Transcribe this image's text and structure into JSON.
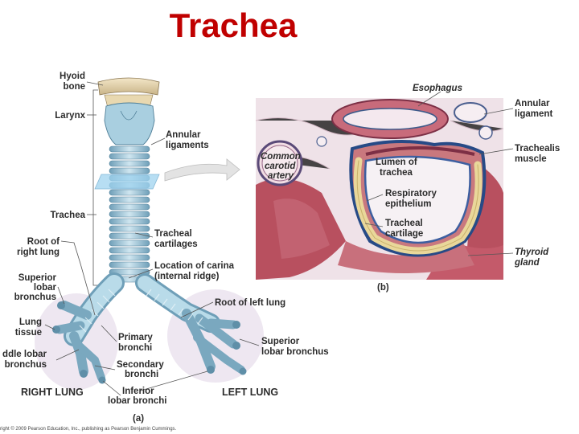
{
  "title": "Trachea",
  "panel_a": {
    "caption": "(a)",
    "labels": {
      "hyoid_bone": [
        "Hyoid",
        "bone"
      ],
      "larynx": "Larynx",
      "annular_ligaments": [
        "Annular",
        "ligaments"
      ],
      "trachea": "Trachea",
      "tracheal_cartilages": [
        "Tracheal",
        "cartilages"
      ],
      "root_right_lung": [
        "Root of",
        "right lung"
      ],
      "location_carina": [
        "Location of carina",
        "(internal ridge)"
      ],
      "superior_lobar_left": [
        "Superior",
        "lobar",
        "bronchus"
      ],
      "root_left_lung": "Root of left lung",
      "lung_tissue": [
        "Lung",
        "tissue"
      ],
      "primary_bronchi": [
        "Primary",
        "bronchi"
      ],
      "superior_lobar_right": [
        "Superior",
        "lobar bronchus"
      ],
      "middle_lobar": [
        "ddle lobar",
        "bronchus"
      ],
      "secondary_bronchi": [
        "Secondary",
        "bronchi"
      ],
      "right_lung": "RIGHT LUNG",
      "inferior_lobar": [
        "Inferior",
        "lobar bronchi"
      ],
      "left_lung": "LEFT LUNG"
    },
    "copyright": "right © 2009 Pearson Education, Inc., publishing as Pearson Benjamin Cummings."
  },
  "panel_b": {
    "caption": "(b)",
    "labels": {
      "esophagus": "Esophagus",
      "annular_ligament": [
        "Annular",
        "ligament"
      ],
      "common_carotid": [
        "Common",
        "carotid",
        "artery"
      ],
      "lumen": [
        "Lumen of",
        "trachea"
      ],
      "trachealis": [
        "Trachealis",
        "muscle"
      ],
      "respiratory_epithelium": [
        "Respiratory",
        "epithelium"
      ],
      "tracheal_cartilage": [
        "Tracheal",
        "cartilage"
      ],
      "thyroid_gland": [
        "Thyroid",
        "gland"
      ]
    }
  },
  "colors": {
    "title": "#c00000",
    "cartilage": "#a9cfe0",
    "cartilage_dark": "#6f9fb8",
    "tissue_red": "#b8505f",
    "tissue_pink": "#e6c6d0",
    "cartilage_yellow": "#e9d79a"
  }
}
